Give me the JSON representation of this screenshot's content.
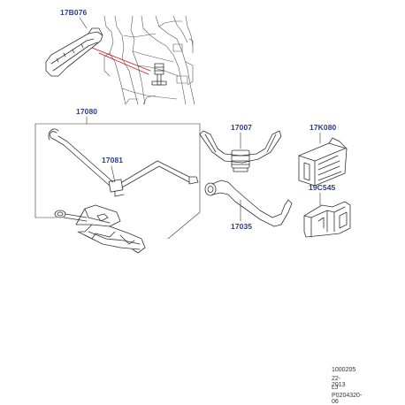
{
  "part_labels": {
    "p17B076": "17B076",
    "p17080": "17080",
    "p17081": "17081",
    "p17007": "17007",
    "p17035": "17035",
    "p17K080": "17K080",
    "p19C545": "19C545"
  },
  "reference": {
    "line1": "1000205",
    "line2": "22-2013",
    "line3": "LJ",
    "line4": "P0204320-06"
  },
  "colors": {
    "label": "#2a3a8c",
    "stroke": "#333333",
    "highlight": "#cc2222"
  }
}
